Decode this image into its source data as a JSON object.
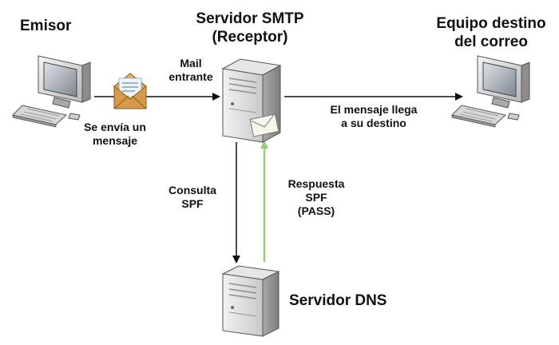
{
  "nodes": {
    "sender": {
      "title": "Emisor",
      "icon": "computer-icon"
    },
    "smtp": {
      "title_line1": "Servidor SMTP",
      "title_line2": "(Receptor)",
      "icon": "server-icon"
    },
    "destination": {
      "title_line1": "Equipo destino",
      "title_line2": "del correo",
      "icon": "computer-icon"
    },
    "dns": {
      "title": "Servidor DNS",
      "icon": "server-icon"
    }
  },
  "edges": {
    "send": {
      "label_line1": "Se envía un",
      "label_line2": "mensaje",
      "icon": "envelope-icon"
    },
    "incoming": {
      "label_line1": "Mail",
      "label_line2": "entrante"
    },
    "deliver": {
      "label_line1": "El mensaje llega",
      "label_line2": "a su destino"
    },
    "query": {
      "label_line1": "Consulta",
      "label_line2": "SPF"
    },
    "response": {
      "label_line1": "Respuesta",
      "label_line2": "SPF",
      "label_line3": "(PASS)",
      "color": "#8fd16a"
    }
  }
}
